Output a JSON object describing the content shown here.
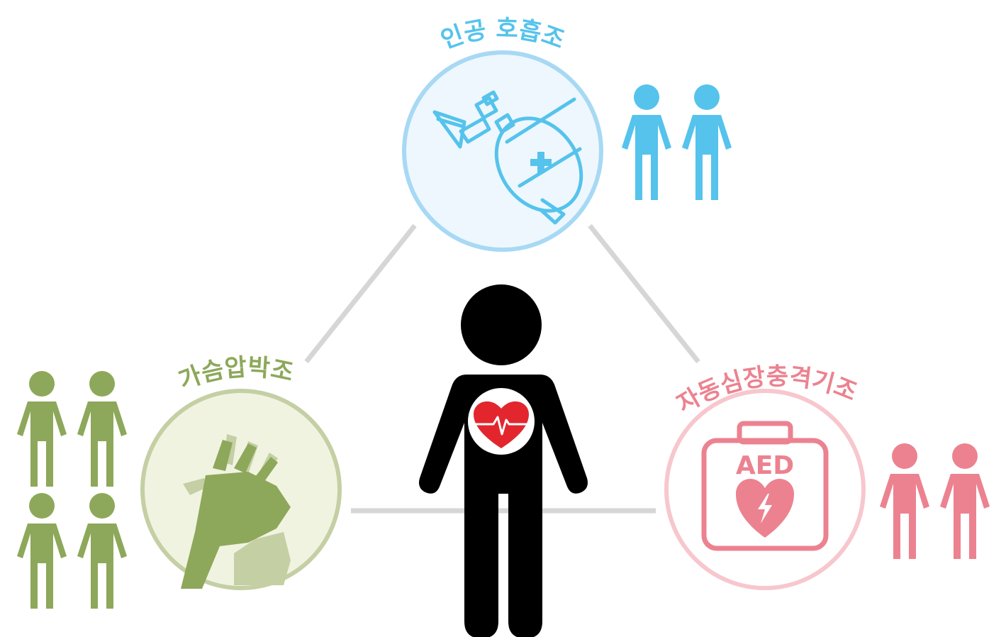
{
  "teams": {
    "breathing": {
      "label": "인공 호흡조",
      "color": "#55c3ec",
      "ring_color": "#a7d9f4",
      "fill_color": "#eef7fd",
      "member_count": 2,
      "icon": "bag-valve-mask-icon"
    },
    "compression": {
      "label": "가슴압박조",
      "color": "#8da85a",
      "ring_color": "#c4cfa4",
      "fill_color": "#f1f3e1",
      "member_count": 4,
      "icon": "cpr-hands-icon"
    },
    "aed": {
      "label": "자동심장충격기조",
      "color": "#ec8290",
      "ring_color": "#f7c7cd",
      "fill_color": "#ffffff",
      "member_count": 2,
      "icon": "aed-kit-icon",
      "device_text": "AED"
    }
  },
  "patient": {
    "icon": "patient-with-heartbeat-icon",
    "body_color": "#000000",
    "heart_color": "#e3262e"
  },
  "connector_color": "#d6d6d6"
}
